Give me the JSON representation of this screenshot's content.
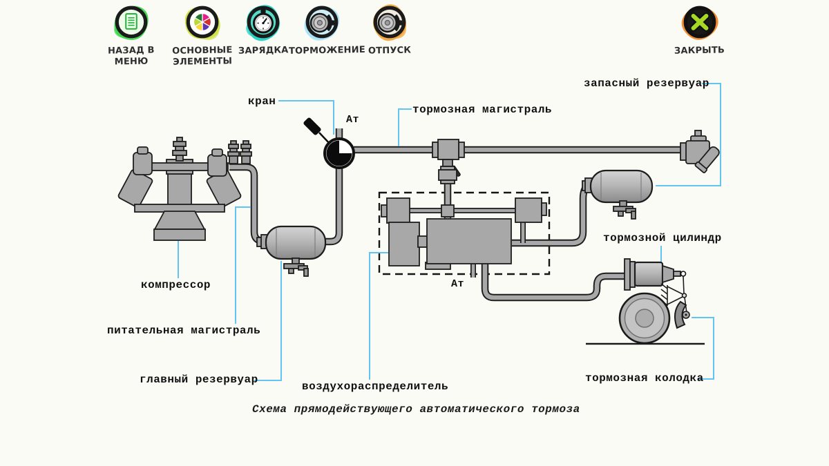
{
  "toolbar": {
    "items": [
      {
        "label": "НАЗАД В МЕНЮ",
        "icon": "document-icon"
      },
      {
        "label": "ОСНОВНЫЕ ЭЛЕМЕНТЫ",
        "icon": "pie-chart-icon"
      },
      {
        "label": "ЗАРЯДКА",
        "icon": "stopwatch-icon"
      },
      {
        "label": "ТОРМОЖЕНИЕ",
        "icon": "brake-drum-icon"
      },
      {
        "label": "ОТПУСК",
        "icon": "brake-drum-icon"
      }
    ],
    "close": {
      "label": "ЗАКРЫТЬ",
      "icon": "close-x-icon"
    }
  },
  "diagram": {
    "labels": {
      "kran": "кран",
      "at_top": "Ат",
      "brake_line": "тормозная магистраль",
      "reserve_reservoir": "запасный резервуар",
      "compressor": "компрессор",
      "feed_line": "питательная магистраль",
      "main_reservoir": "главный резервуар",
      "air_distributor": "воздухораспределитель",
      "at_bottom": "Ат",
      "brake_cylinder": "тормозной цилиндр",
      "brake_shoe": "тормозная колодка"
    },
    "caption": "Схема прямодействующего автоматического тормоза"
  },
  "colors": {
    "bg": "#fbfbf6",
    "outline": "#1d1d1d",
    "metal": "#a8a8a8",
    "leader": "#62c4f0",
    "label_text": "#101010",
    "icon_green": "#3fd84f",
    "icon_lime": "#cfe24a",
    "icon_teal": "#1fd3c2",
    "icon_cyan": "#a6e2f6",
    "icon_orange": "#f4a63b",
    "icon_close_orange": "#ef8a2c",
    "icon_x_green": "#a6d824"
  }
}
